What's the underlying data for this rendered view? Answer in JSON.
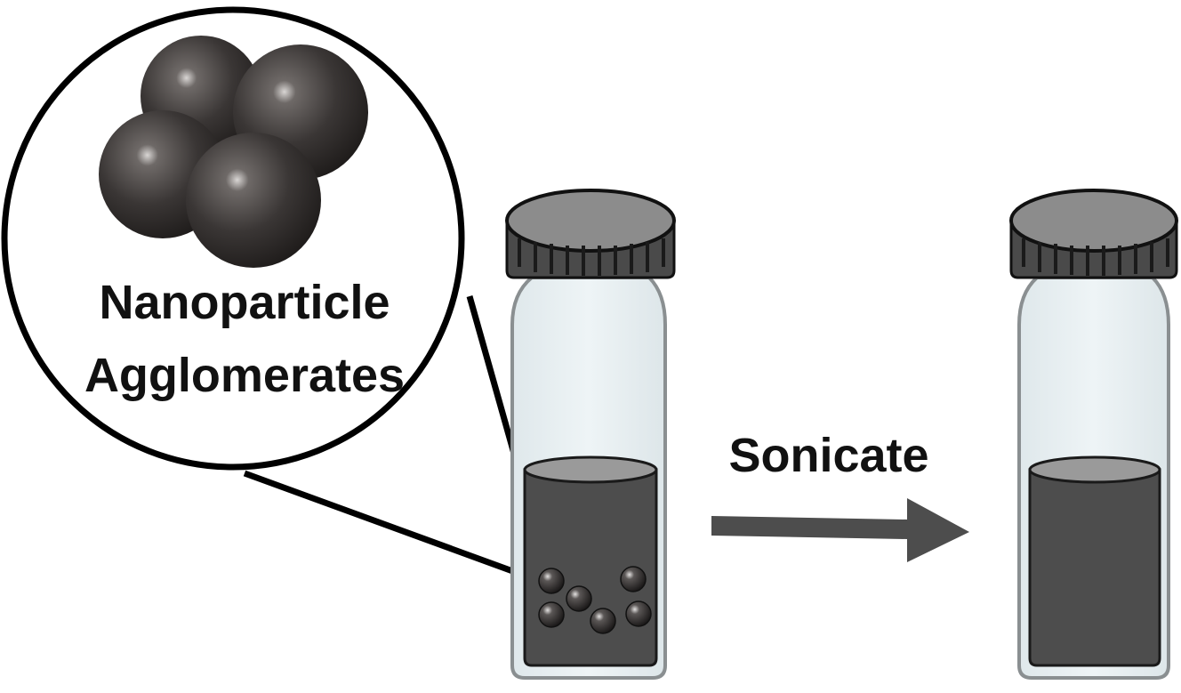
{
  "labels": {
    "zoom_line1": "Nanoparticle",
    "zoom_line2": "Agglomerates",
    "process_step": "Sonicate"
  },
  "colors": {
    "background": "#ffffff",
    "outline": "#000000",
    "glass": "#e9f0f2",
    "glass_edge": "#8a8f91",
    "liquid": "#4d4d4d",
    "liquid_top": "#9a9a9a",
    "cap_body": "#4a4a4a",
    "cap_top": "#8c8c8c",
    "arrow": "#4d4d4d",
    "particle": "#2f2c2b"
  },
  "icons": {
    "zoom": "magnifier-circle",
    "particle": "sphere",
    "vial": "capped-vial",
    "arrow": "right-arrow"
  }
}
